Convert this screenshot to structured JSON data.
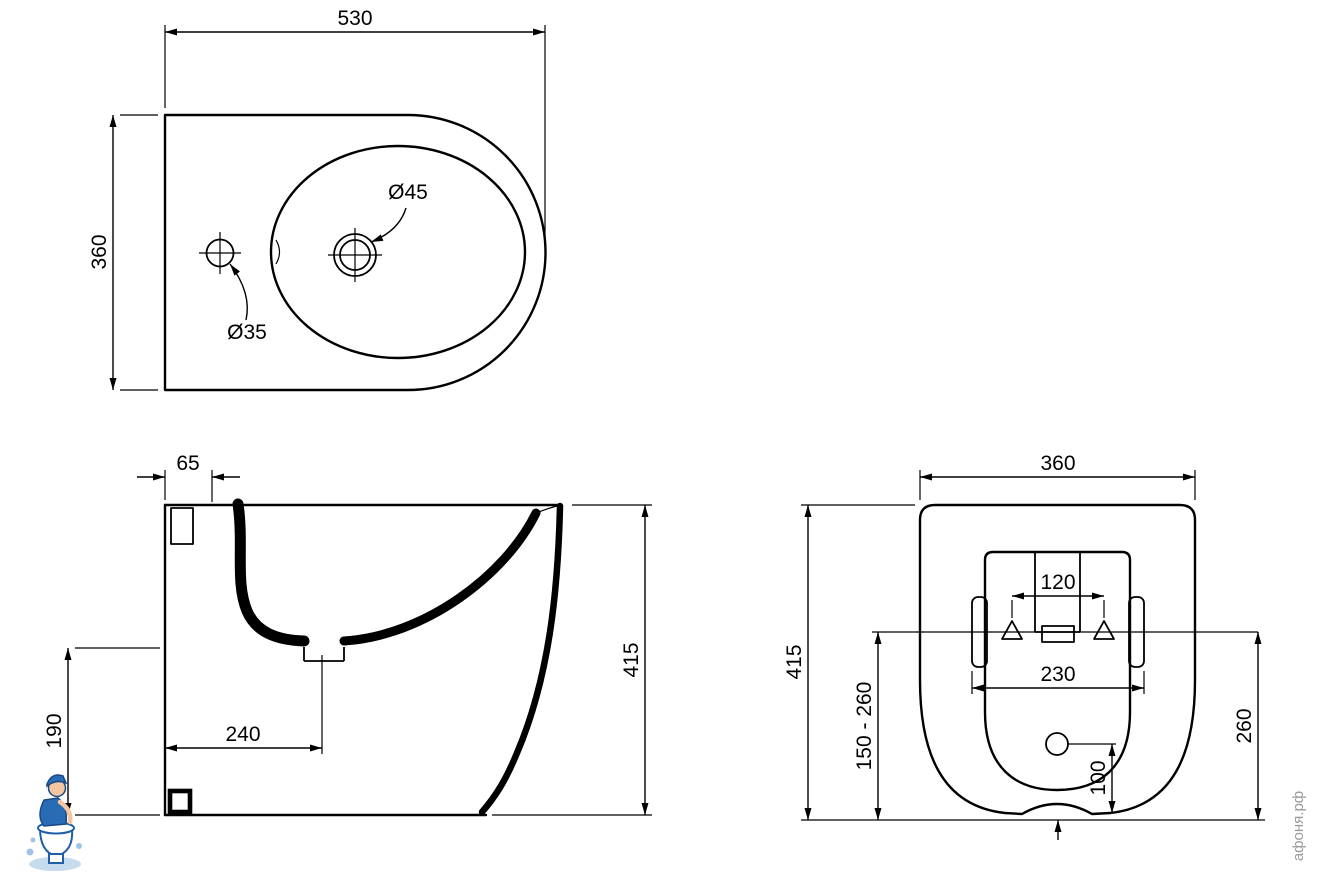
{
  "drawing": {
    "colors": {
      "line": "#000000",
      "watermark": "#9a9a9a",
      "logo_blue": "#2a6bb5"
    },
    "top_view": {
      "width": "530",
      "depth": "360",
      "drain_diameter": "Ø45",
      "faucet_diameter": "Ø35"
    },
    "side_view": {
      "back_offset": "65",
      "height": "415",
      "outlet_height": "190",
      "outlet_depth": "240"
    },
    "rear_view": {
      "width": "360",
      "height": "415",
      "fixing_height_range": "150 - 260",
      "fixing_hole_spacing": "120",
      "bracket_spacing": "230",
      "inlet_height": "260",
      "inlet_offset": "100"
    },
    "watermark": "афоня.рф"
  }
}
